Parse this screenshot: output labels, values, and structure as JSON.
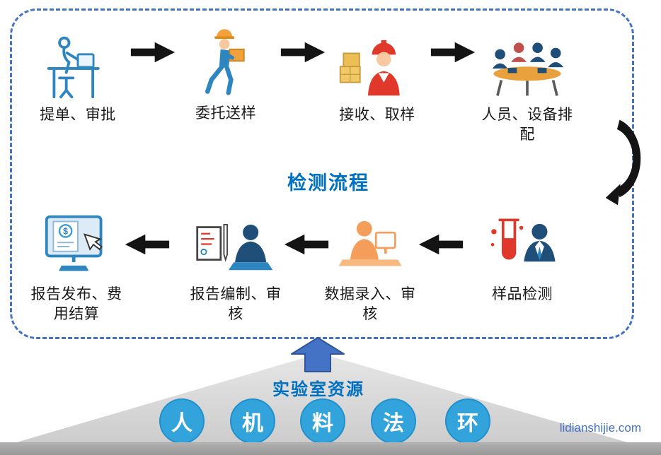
{
  "process": {
    "title": "检测流程",
    "top_steps": [
      {
        "icon": "person-at-desk-icon",
        "label": "提单、审批"
      },
      {
        "icon": "delivery-person-icon",
        "label": "委托送样"
      },
      {
        "icon": "worker-receive-icon",
        "label": "接收、取样"
      },
      {
        "icon": "team-meeting-icon",
        "label": "人员、设备排配"
      }
    ],
    "bottom_steps": [
      {
        "icon": "monitor-billing-icon",
        "label": "报告发布、费用结算"
      },
      {
        "icon": "report-edit-icon",
        "label": "报告编制、审核"
      },
      {
        "icon": "data-entry-person-icon",
        "label": "数据录入、审核"
      },
      {
        "icon": "sample-test-icon",
        "label": "样品检测"
      }
    ]
  },
  "resources": {
    "title": "实验室资源",
    "items": [
      {
        "label": "人"
      },
      {
        "label": "机"
      },
      {
        "label": "料"
      },
      {
        "label": "法"
      },
      {
        "label": "环"
      }
    ]
  },
  "watermark": "lidianshijie.com",
  "colors": {
    "dashed_border": "#4472C4",
    "flow_title": "#0070C0",
    "resources_title": "#0070C0",
    "arrow": "#141414",
    "block_arrow": "#4472C4",
    "resource_circle": "#33A3DC",
    "pyramid": "#D9D9D9",
    "footer_bar": "#A6A6A6",
    "label_text": "#1A1A1A"
  }
}
